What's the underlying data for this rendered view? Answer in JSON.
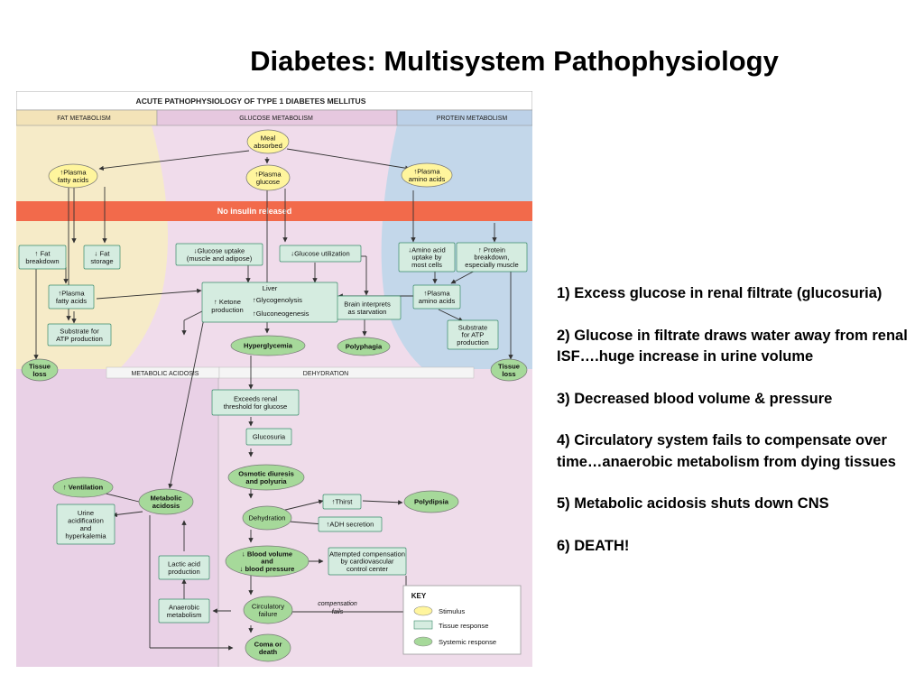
{
  "slide": {
    "title": "Diabetes:  Multisystem Pathophysiology",
    "notes": [
      "1) Excess glucose in renal filtrate (glucosuria)",
      "2) Glucose in filtrate draws water away from renal ISF….huge increase in urine volume",
      "3) Decreased blood volume & pressure",
      "4) Circulatory system fails to compensate over time…anaerobic metabolism from dying tissues",
      "5) Metabolic acidosis shuts down CNS",
      "6) DEATH!"
    ]
  },
  "diagram": {
    "title": "ACUTE PATHOPHYSIOLOGY OF TYPE 1 DIABETES MELLITUS",
    "columns": {
      "fat": "FAT METABOLISM",
      "glucose": "GLUCOSE METABOLISM",
      "protein": "PROTEIN METABOLISM"
    },
    "banner": "No insulin released",
    "sections": {
      "acidosis": "METABOLIC   ACIDOSIS",
      "dehydration": "DEHYDRATION"
    },
    "nodes": {
      "meal": [
        "Meal",
        "absorbed"
      ],
      "plasma_fatty_1": [
        "↑Plasma",
        "fatty acids"
      ],
      "plasma_glucose": [
        "↑Plasma",
        "glucose"
      ],
      "plasma_amino_1": [
        "↑Plasma",
        "amino acids"
      ],
      "fat_breakdown": [
        "↑ Fat",
        "breakdown"
      ],
      "fat_storage": [
        "↓ Fat",
        "storage"
      ],
      "glucose_uptake": [
        "↓Glucose uptake",
        "(muscle and adipose)"
      ],
      "glucose_utilization": [
        "↓Glucose utilization"
      ],
      "amino_uptake": [
        "↓Amino acid",
        "uptake by",
        "most cells"
      ],
      "protein_breakdown": [
        "↑ Protein",
        "breakdown,",
        "especially muscle"
      ],
      "plasma_fatty_2": [
        "↑Plasma",
        "fatty acids"
      ],
      "liver": [
        "Liver",
        "↑ Ketone",
        "production",
        "↑Glycogenolysis",
        "↑Gluconeogenesis"
      ],
      "brain": [
        "Brain interprets",
        "as starvation"
      ],
      "plasma_amino_2": [
        "↑Plasma",
        "amino acids"
      ],
      "substrate_left": [
        "Substrate for",
        "ATP production"
      ],
      "substrate_right": [
        "Substrate",
        "for ATP",
        "production"
      ],
      "hyperglycemia": [
        "Hyperglycemia"
      ],
      "polyphagia": [
        "Polyphagia"
      ],
      "tissue_loss_left": [
        "Tissue",
        "loss"
      ],
      "tissue_loss_right": [
        "Tissue",
        "loss"
      ],
      "exceeds_renal": [
        "Exceeds renal",
        "threshold for glucose"
      ],
      "glucosuria": [
        "Glucosuria"
      ],
      "osmotic": [
        "Osmotic diuresis",
        "and polyuria"
      ],
      "ventilation": [
        "↑ Ventilation"
      ],
      "metabolic_acidosis": [
        "Metabolic",
        "acidosis"
      ],
      "urine": [
        "Urine",
        "acidification",
        "and",
        "hyperkalemia"
      ],
      "dehydration": [
        "Dehydration"
      ],
      "thirst": [
        "↑Thirst"
      ],
      "polydipsia": [
        "Polydipsia"
      ],
      "adh": [
        "↑ADH secretion"
      ],
      "blood_volume": [
        "↓ Blood volume",
        "and",
        "↓ blood pressure"
      ],
      "compensation": [
        "Attempted compensation",
        "by cardiovascular",
        "control center"
      ],
      "lactic": [
        "Lactic acid",
        "production"
      ],
      "anaerobic": [
        "Anaerobic",
        "metabolism"
      ],
      "circulatory": [
        "Circulatory",
        "failure"
      ],
      "coma": [
        "Coma or",
        "death"
      ]
    },
    "compensation_fails": [
      "compensation",
      "fails"
    ],
    "key": {
      "title": "KEY",
      "stimulus": "Stimulus",
      "tissue": "Tissue response",
      "systemic": "Systemic response"
    }
  },
  "colors": {
    "stimulus": "#fff59d",
    "tissue": "#d5ece0",
    "systemic": "#a6d99a",
    "banner": "#f26a4b",
    "fat_zone": "#f6ebc8",
    "glucose_zone": "#f0dceb",
    "protein_zone": "#c3d7ea",
    "acidosis_zone": "#e9d1e6"
  }
}
